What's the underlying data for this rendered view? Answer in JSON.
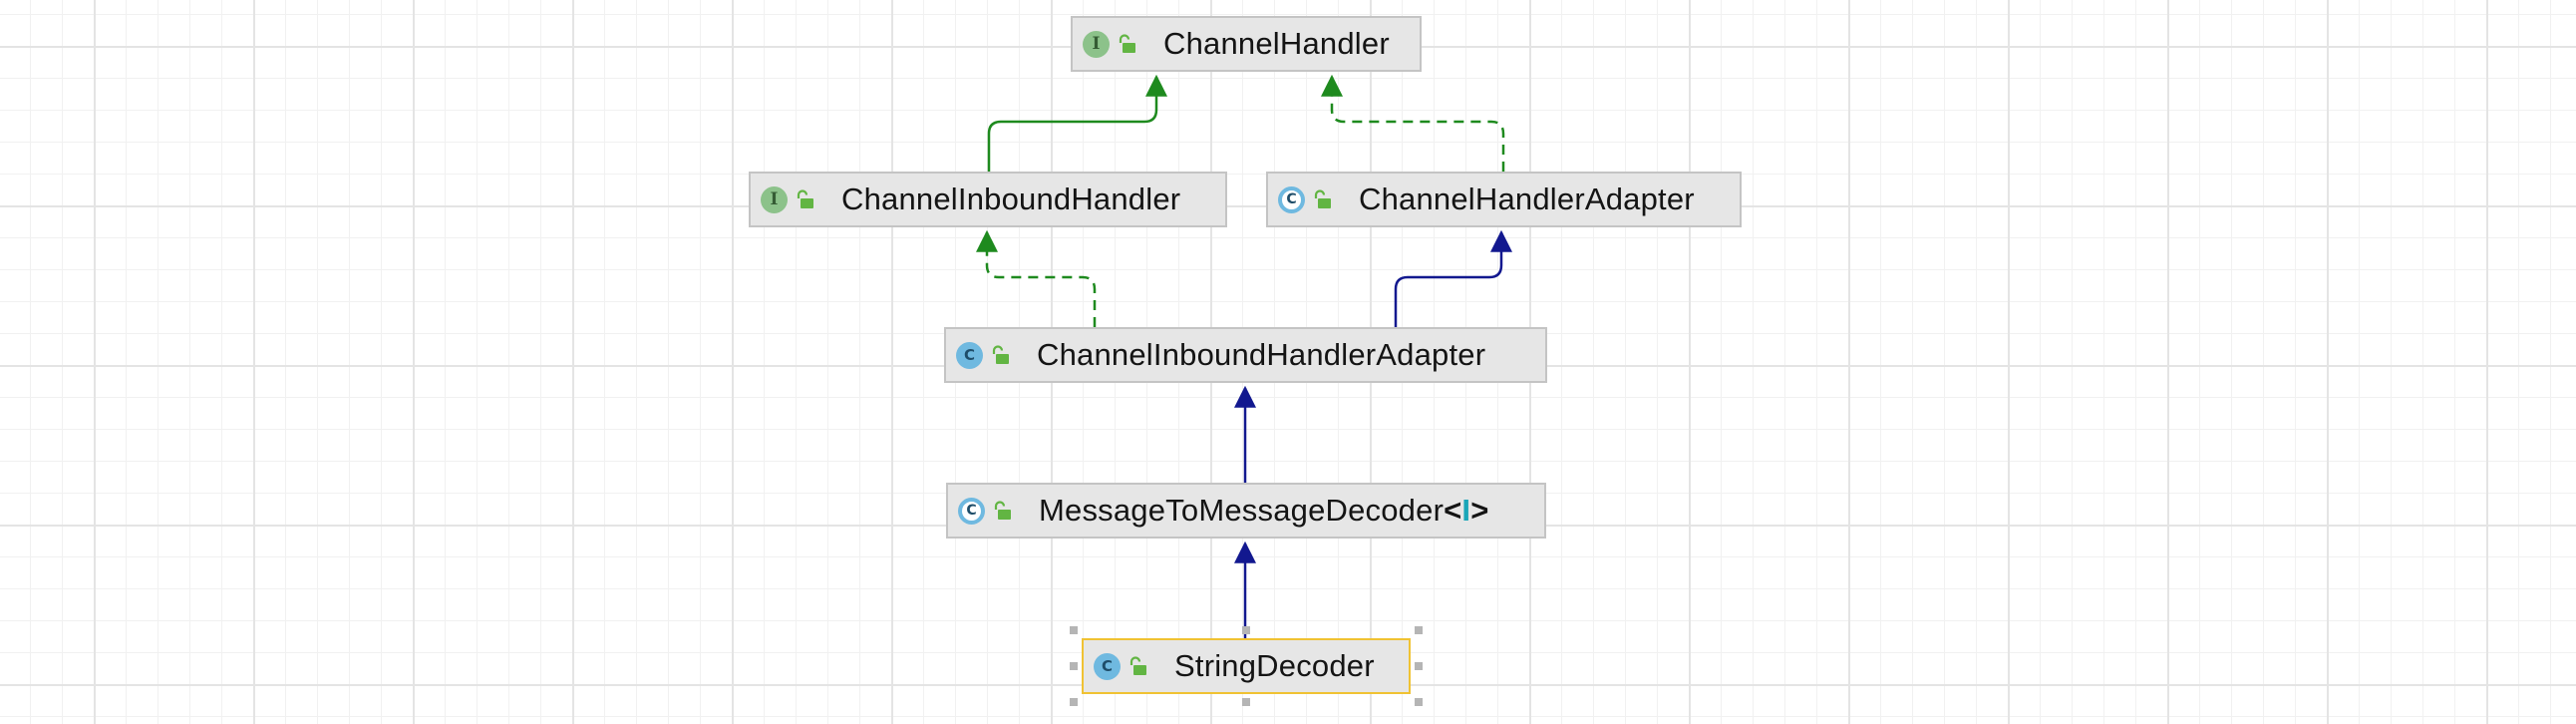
{
  "diagram": {
    "nodes": [
      {
        "id": "channel-handler",
        "kind": "interface",
        "kind_letter": "I",
        "label": "ChannelHandler"
      },
      {
        "id": "channel-inbound-handler",
        "kind": "interface",
        "kind_letter": "I",
        "label": "ChannelInboundHandler"
      },
      {
        "id": "channel-handler-adapter",
        "kind": "abstract-class",
        "kind_letter": "C",
        "label": "ChannelHandlerAdapter"
      },
      {
        "id": "channel-inbound-handler-adapter",
        "kind": "class",
        "kind_letter": "C",
        "label": "ChannelInboundHandlerAdapter"
      },
      {
        "id": "message-to-message-decoder",
        "kind": "abstract-class",
        "kind_letter": "C",
        "label": "MessageToMessageDecoder",
        "type_param_open": "<",
        "type_param": "I",
        "type_param_close": ">"
      },
      {
        "id": "string-decoder",
        "kind": "class",
        "kind_letter": "C",
        "label": "StringDecoder",
        "selected": true
      }
    ],
    "edges": [
      {
        "from": "channel-inbound-handler",
        "to": "channel-handler",
        "relation": "extends-interface"
      },
      {
        "from": "channel-handler-adapter",
        "to": "channel-handler",
        "relation": "implements"
      },
      {
        "from": "channel-inbound-handler-adapter",
        "to": "channel-inbound-handler",
        "relation": "implements"
      },
      {
        "from": "channel-inbound-handler-adapter",
        "to": "channel-handler-adapter",
        "relation": "extends"
      },
      {
        "from": "message-to-message-decoder",
        "to": "channel-inbound-handler-adapter",
        "relation": "extends"
      },
      {
        "from": "string-decoder",
        "to": "message-to-message-decoder",
        "relation": "extends"
      }
    ]
  },
  "colors": {
    "interface_inheritance": "#1e8a1e",
    "class_inheritance": "#12188f",
    "node_fill": "#e6e6e6",
    "node_border": "#c4c4c4",
    "selected_border": "#f0c233",
    "interface_icon": "#8cc28a",
    "class_icon": "#6fb9e0",
    "access_icon": "#62b543"
  }
}
